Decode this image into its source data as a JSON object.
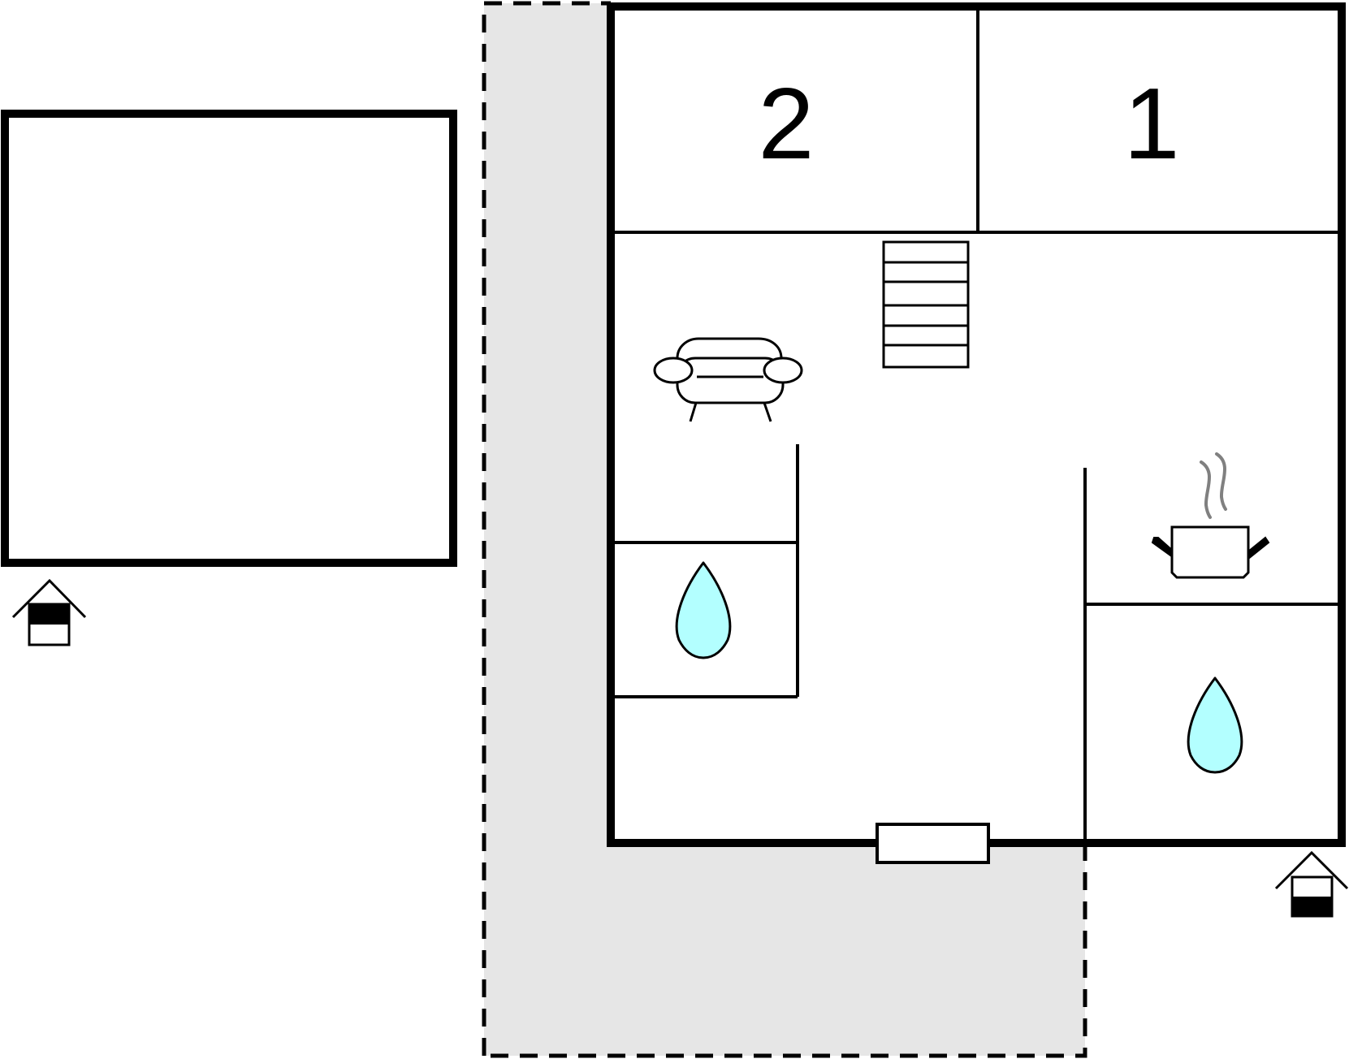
{
  "plan": {
    "rooms": [
      {
        "id": "bedroom-2",
        "number": "2"
      },
      {
        "id": "bedroom-1",
        "number": "1"
      }
    ],
    "terrace": {
      "fill": "#e6e6e6",
      "border": "dashed"
    },
    "colors": {
      "wall": "#000000",
      "water": "#b3ffff",
      "steam": "#808080",
      "terrace": "#e6e6e6"
    },
    "icons": [
      "staircase-icon",
      "sofa-icon",
      "bathroom-water-drop-icon",
      "kitchen-pot-icon",
      "steam-icon",
      "entrance-house-icon",
      "window-icon"
    ]
  }
}
